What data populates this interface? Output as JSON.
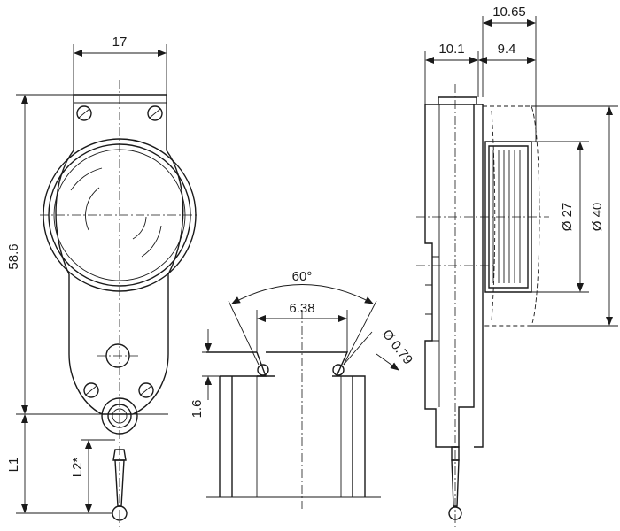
{
  "dimensions": {
    "front_width": "17",
    "total_height": "58.6",
    "L1": "L1",
    "L2": "L2*",
    "angle": "60°",
    "dovetail_width": "6.38",
    "ball_dia": "Ø 0.79",
    "step_height": "1.6",
    "side_w1": "10.1",
    "side_w2": "9.4",
    "side_w3": "10.65",
    "dia_small": "Ø 27",
    "dia_large": "Ø 40"
  }
}
